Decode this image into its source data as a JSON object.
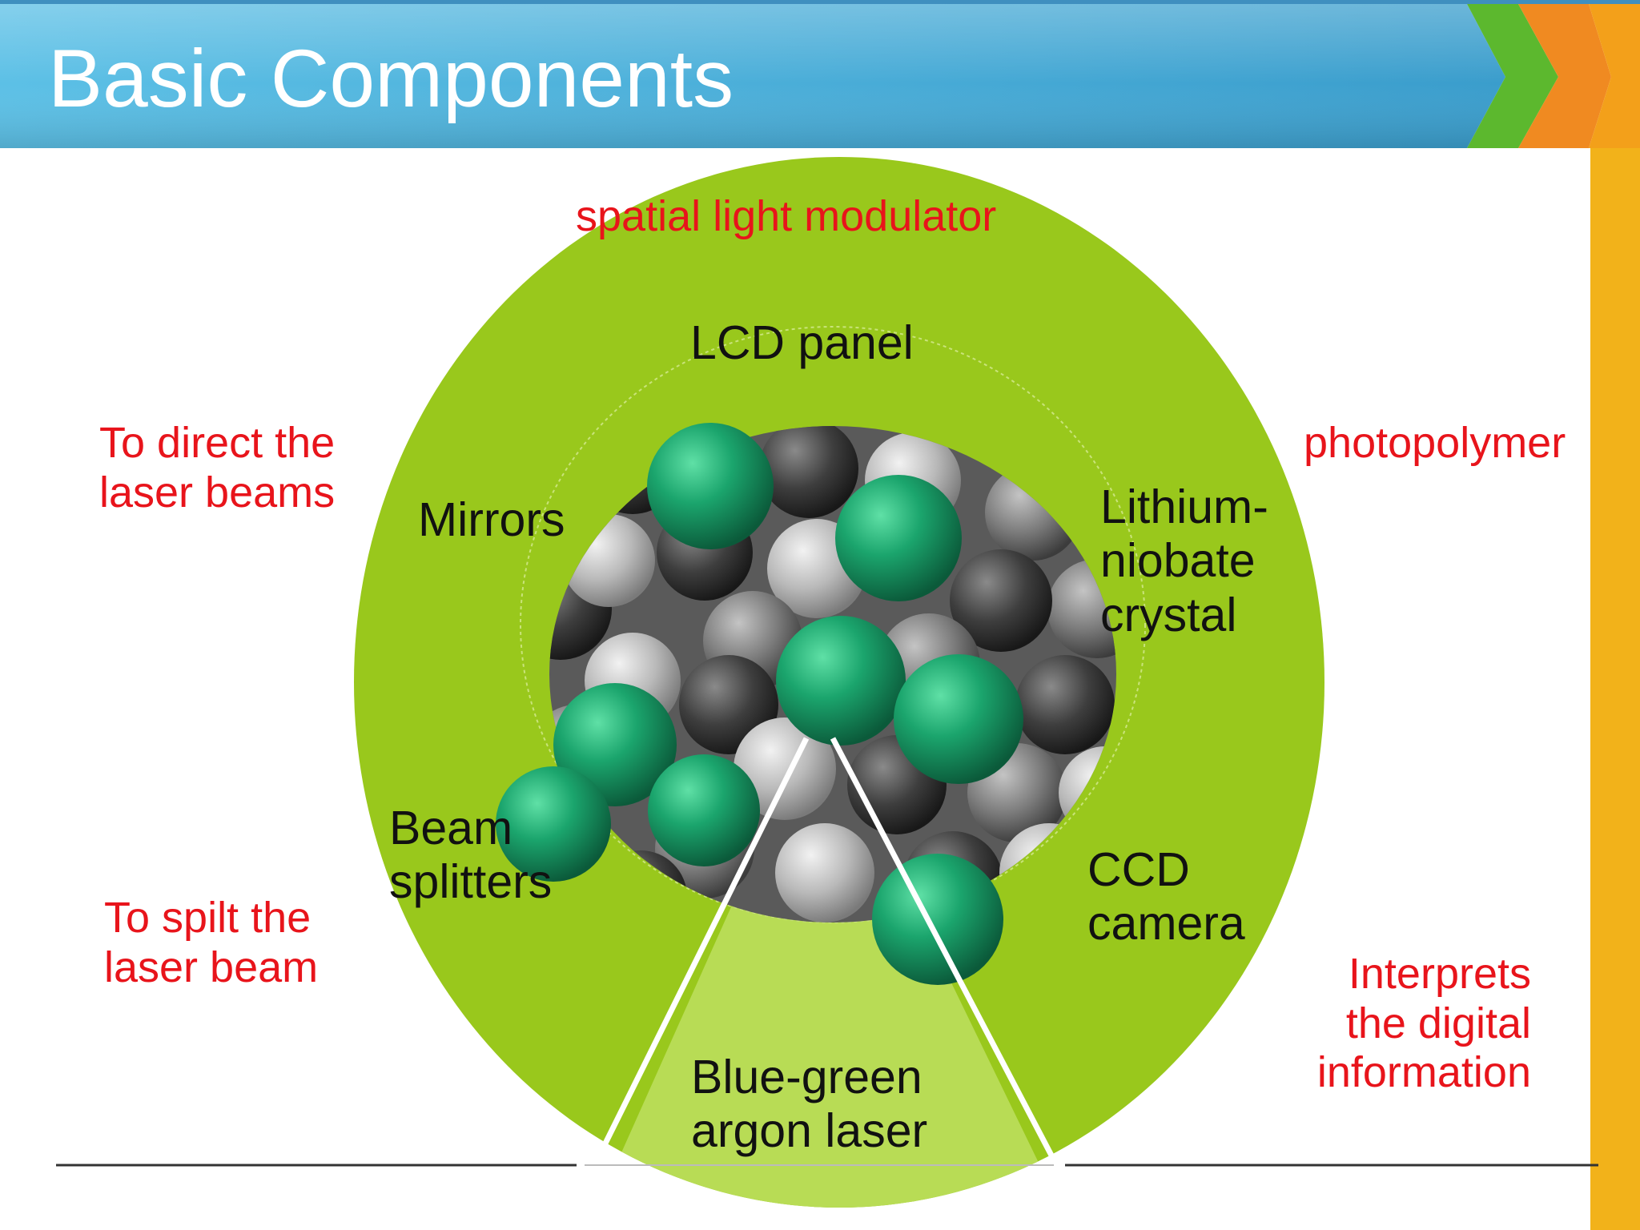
{
  "slide": {
    "title": "Basic Components"
  },
  "colors": {
    "header_blue": "#3a9dcc",
    "header_blue_light": "#5cc0e6",
    "chevron_green": "#5cb82e",
    "chevron_orange": "#f08a21",
    "side_strip": "#f2b21a",
    "ring_green": "#99c81c",
    "ring_green_light": "#b8dc55",
    "sphere_green": "#1aa56c",
    "label_red": "#e8141b",
    "label_black": "#111111"
  },
  "diagram": {
    "outer_ring_label": "spatial light modulator",
    "components": {
      "lcd_panel": "LCD panel",
      "mirrors": "Mirrors",
      "lithium_line1": "Lithium-",
      "lithium_line2": "niobate",
      "lithium_line3": "crystal",
      "beam_line1": "Beam",
      "beam_line2": "splitters",
      "ccd_line1": "CCD",
      "ccd_line2": "camera",
      "laser_line1": "Blue-green",
      "laser_line2": "argon laser"
    },
    "annotations": {
      "mirrors_desc_line1": "To direct the",
      "mirrors_desc_line2": "laser beams",
      "crystal_desc": "photopolymer",
      "splitter_desc_line1": "To spilt the",
      "splitter_desc_line2": "laser beam",
      "ccd_desc_line1": "Interprets",
      "ccd_desc_line2": "the digital",
      "ccd_desc_line3": "information"
    }
  }
}
